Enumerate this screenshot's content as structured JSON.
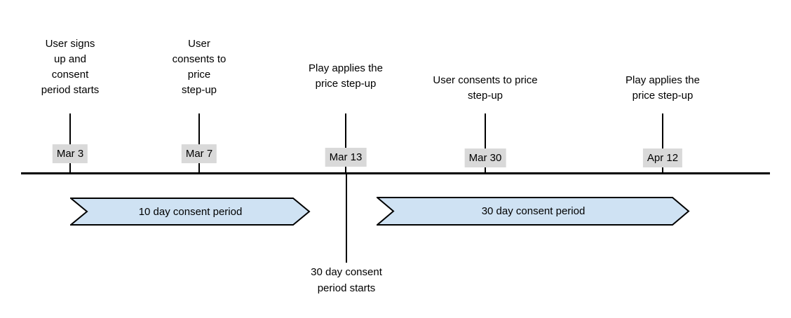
{
  "diagram": {
    "colors": {
      "arrow_fill": "#cfe2f3",
      "arrow_stroke": "#000000",
      "date_badge_bg": "#d9d9d9",
      "line": "#000000",
      "text": "#000000"
    },
    "events": [
      {
        "title": "User signs\nup and\nconsent\nperiod starts",
        "date": "Mar 3"
      },
      {
        "title": "User\nconsents to\nprice\nstep-up",
        "date": "Mar 7"
      },
      {
        "title": "Play applies the\nprice step-up",
        "date": "Mar 13"
      },
      {
        "title": "User consents to price\nstep-up",
        "date": "Mar 30"
      },
      {
        "title": "Play applies the\nprice step-up",
        "date": "Apr 12"
      }
    ],
    "periods": [
      {
        "label": "10 day consent period"
      },
      {
        "label": "30 day consent period"
      }
    ],
    "annotation": "30 day consent\nperiod starts"
  }
}
